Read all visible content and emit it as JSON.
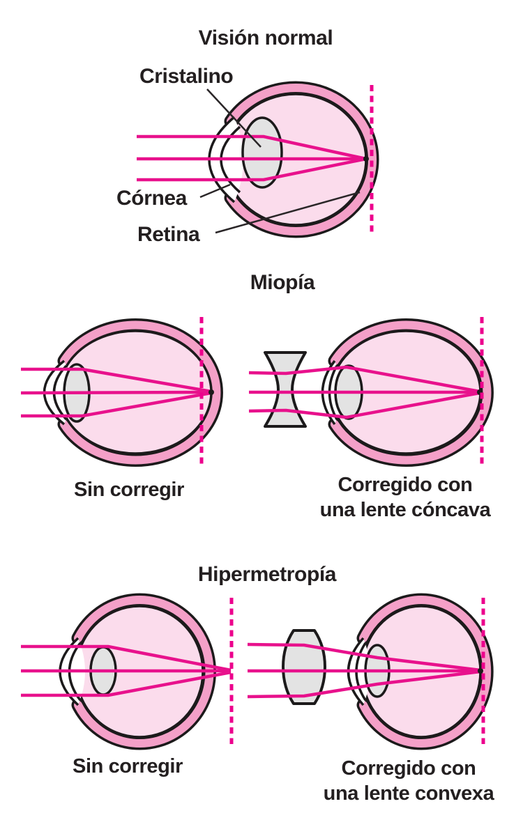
{
  "colors": {
    "ray": "#e8118c",
    "dash": "#ec008c",
    "band": "#f4a0c8",
    "interior": "#fbdcec",
    "lens": "#e3e3e3",
    "outline": "#1c1a1b",
    "pointer": "#2a2628",
    "text": "#231f20",
    "bg": "#ffffff"
  },
  "normal": {
    "title": "Visión normal",
    "labels": {
      "cristalino": "Cristalino",
      "cornea": "Córnea",
      "retina": "Retina"
    }
  },
  "miopia": {
    "title": "Miopía",
    "caption_uncorrected": "Sin corregir",
    "caption_corrected_line1": "Corregido con",
    "caption_corrected_line2": "una lente cóncava"
  },
  "hipermetropia": {
    "title": "Hipermetropía",
    "caption_uncorrected": "Sin corregir",
    "caption_corrected_line1": "Corregido con",
    "caption_corrected_line2": "una lente convexa"
  }
}
